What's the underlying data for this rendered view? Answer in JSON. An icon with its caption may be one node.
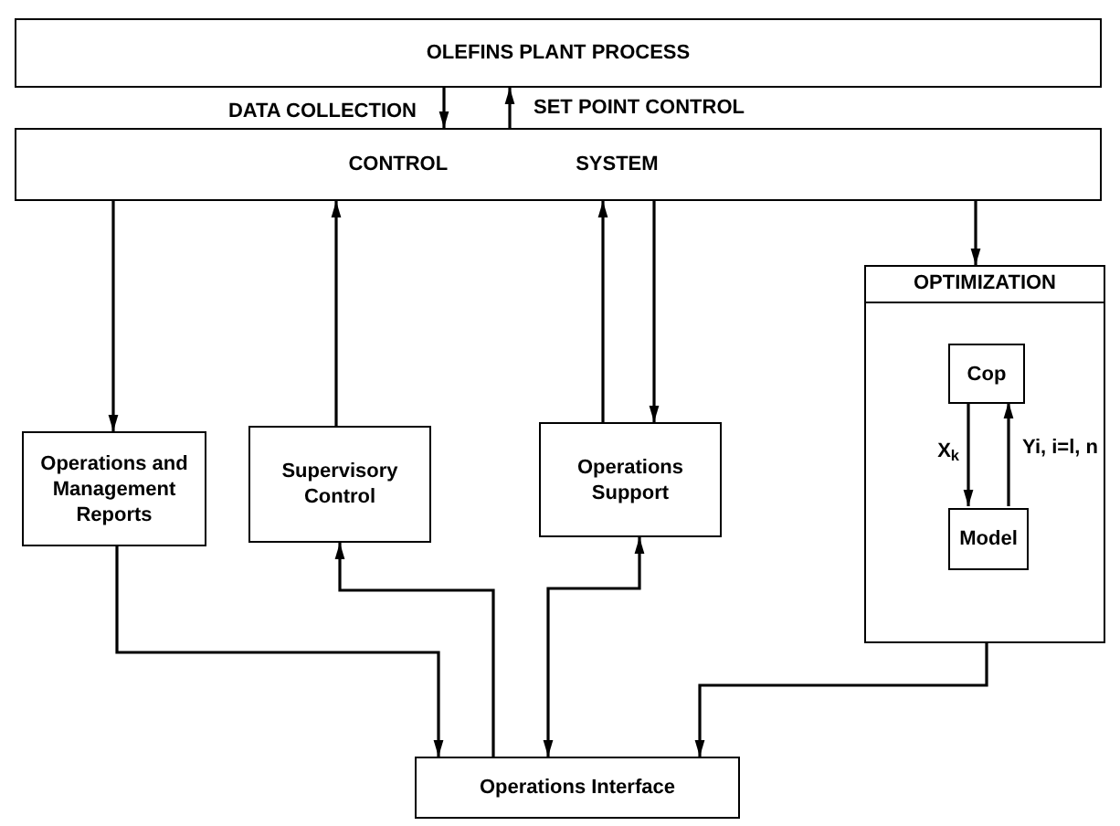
{
  "diagram": {
    "nodes": [
      {
        "text": [
          "OLEFINS PLANT PROCESS"
        ]
      },
      {
        "text": [
          "CONTROL",
          "SYSTEM"
        ]
      },
      {
        "text": [
          "Operations and Management Reports"
        ]
      },
      {
        "text": [
          "Supervisory Control"
        ]
      },
      {
        "text": [
          "Operations Support"
        ]
      },
      {
        "text": [
          "OPTIMIZATION"
        ]
      },
      {
        "text": [
          "Cop"
        ],
        "in": 5
      },
      {
        "text": [
          "Model"
        ],
        "in": 5
      },
      {
        "text": [
          "Operations Interface"
        ]
      }
    ],
    "edges": [
      {
        "from": 0,
        "to": 1,
        "arrow": "to",
        "label": "DATA COLLECTION"
      },
      {
        "from": 1,
        "to": 0,
        "arrow": "to",
        "label": "SET POINT CONTROL"
      },
      {
        "from": 1,
        "to": 2,
        "arrow": "to"
      },
      {
        "from": 3,
        "to": 1,
        "arrow": "to"
      },
      {
        "from": 4,
        "to": 1,
        "arrow": "to"
      },
      {
        "from": 1,
        "to": 4,
        "arrow": "to"
      },
      {
        "from": 1,
        "to": 5,
        "arrow": "to"
      },
      {
        "from": 6,
        "to": 7,
        "arrow": "to",
        "label": "X$_{k}$"
      },
      {
        "from": 7,
        "to": 6,
        "arrow": "to",
        "label": "Yi, i=l, n"
      },
      {
        "from": 2,
        "to": 8,
        "arrow": "to"
      },
      {
        "from": 8,
        "to": 3,
        "arrow": "to"
      },
      {
        "from": 4,
        "to": 8,
        "arrow": "both"
      },
      {
        "from": 5,
        "to": 8,
        "arrow": "to"
      }
    ]
  }
}
